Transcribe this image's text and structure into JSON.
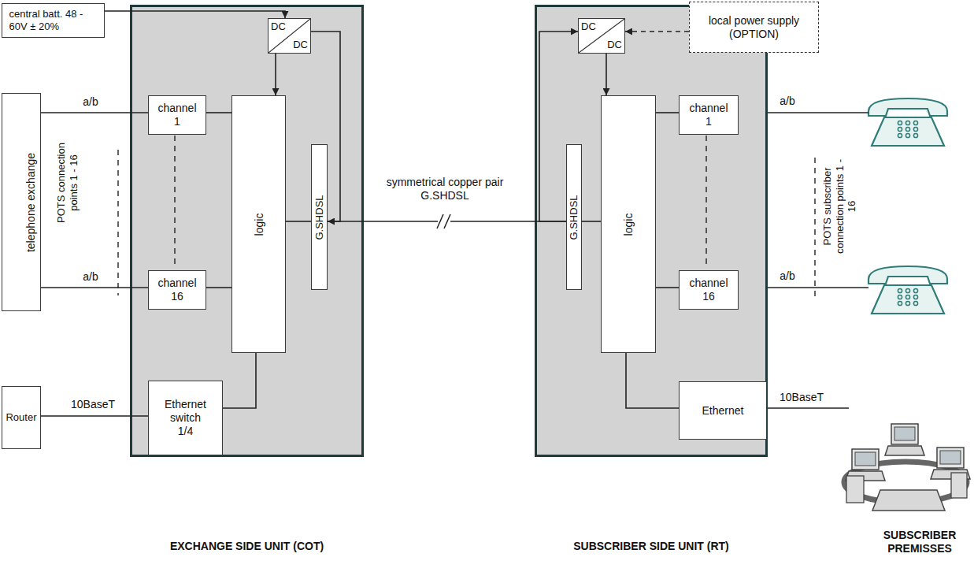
{
  "diagram": {
    "nodes": [
      {
        "text": [
          "central batt. 48 - 60V ± 20%"
        ]
      },
      {
        "text": [
          "EXCHANGE SIDE UNIT (COT)"
        ]
      },
      {
        "text": [
          "DC",
          "DC"
        ],
        "in": 1
      },
      {
        "text": [
          "channel 1"
        ],
        "in": 1
      },
      {
        "text": [
          "channel 16"
        ],
        "in": 1
      },
      {
        "text": [
          "logic"
        ],
        "in": 1
      },
      {
        "text": [
          "G.SHDSL"
        ],
        "in": 1
      },
      {
        "text": [
          "Ethernet switch 1/4"
        ],
        "in": 1
      },
      {
        "text": [
          "telephone exchange"
        ]
      },
      {
        "text": [
          "Router"
        ]
      },
      {
        "text": [
          "SUBSCRIBER SIDE UNIT (RT)"
        ]
      },
      {
        "text": [
          "DC",
          "DC"
        ],
        "in": 10
      },
      {
        "text": [
          "G.SHDSL"
        ],
        "in": 10
      },
      {
        "text": [
          "logic"
        ],
        "in": 10
      },
      {
        "text": [
          "channel 1"
        ],
        "in": 10
      },
      {
        "text": [
          "channel 16"
        ],
        "in": 10
      },
      {
        "text": [
          "Ethernet"
        ],
        "in": 10
      },
      {
        "text": [
          "local power supply (OPTION)"
        ]
      }
    ],
    "edges": [
      {
        "from": 0,
        "to": 2,
        "arrow": "to"
      },
      {
        "from": 2,
        "to": 5,
        "arrow": "to"
      },
      {
        "from": 2,
        "to": 6,
        "arrow": "to"
      },
      {
        "from": 8,
        "to": 3,
        "label": "a/b",
        "arrow": "none"
      },
      {
        "from": 8,
        "to": 4,
        "label": "a/b",
        "arrow": "none"
      },
      {
        "from": 3,
        "to": 5,
        "arrow": "none"
      },
      {
        "from": 4,
        "to": 5,
        "arrow": "none"
      },
      {
        "from": 5,
        "to": 6,
        "arrow": "none"
      },
      {
        "from": 5,
        "to": 7,
        "arrow": "none"
      },
      {
        "from": 9,
        "to": 7,
        "label": "10BaseT",
        "arrow": "none"
      },
      {
        "from": 6,
        "to": 12,
        "label": "symmetrical copper pair G.SHDSL",
        "arrow": "none"
      },
      {
        "from": 12,
        "to": 11,
        "arrow": "to"
      },
      {
        "from": 11,
        "to": 13,
        "arrow": "to"
      },
      {
        "from": 17,
        "to": 11,
        "arrow": "to"
      },
      {
        "from": 13,
        "to": 12,
        "arrow": "none"
      },
      {
        "from": 13,
        "to": 14,
        "arrow": "none"
      },
      {
        "from": 13,
        "to": 15,
        "arrow": "none"
      },
      {
        "from": 13,
        "to": 16,
        "arrow": "none"
      }
    ],
    "labels": [
      "POTS connection points 1 - 16",
      "a/b",
      "a/b",
      "POTS subscriber connection points 1 - 16",
      "10BaseT",
      "SUBSCRIBER PREMISSES"
    ]
  }
}
